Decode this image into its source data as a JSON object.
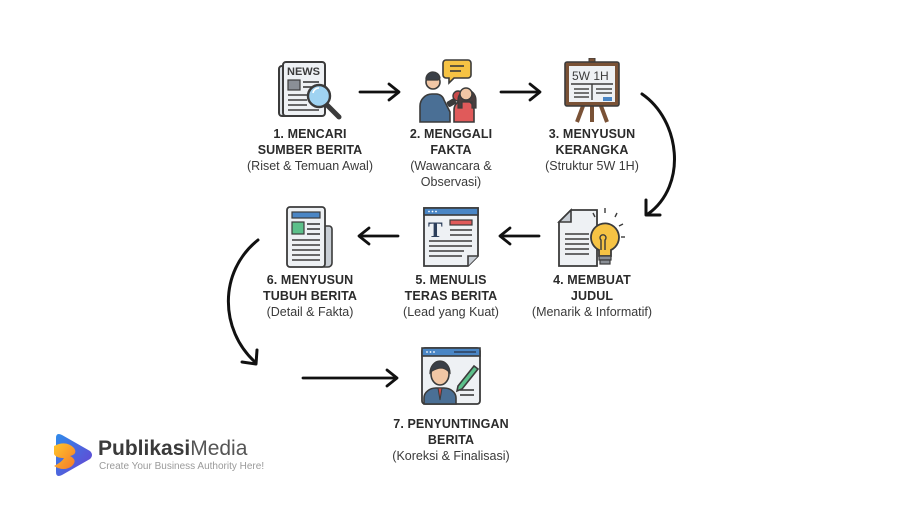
{
  "steps": [
    {
      "number": "1",
      "title_line1": "1. MENCARI",
      "title_line2": "SUMBER BERITA",
      "subtitle_line1": "(Riset & Temuan Awal)",
      "icon": "newspaper-magnifier-icon",
      "icon_text": "NEWS"
    },
    {
      "number": "2",
      "title_line1": "2. MENGGALI",
      "title_line2": "FAKTA",
      "subtitle_line1": "(Wawancara &",
      "subtitle_line2": "Observasi)",
      "icon": "interview-icon"
    },
    {
      "number": "3",
      "title_line1": "3. MENYUSUN",
      "title_line2": "KERANGKA",
      "subtitle_line1": "(Struktur 5W 1H)",
      "icon": "easel-board-icon",
      "icon_text": "5W 1H"
    },
    {
      "number": "4",
      "title_line1": "4. MEMBUAT",
      "title_line2": "JUDUL",
      "subtitle_line1": "(Menarik & Informatif)",
      "icon": "document-lightbulb-icon"
    },
    {
      "number": "5",
      "title_line1": "5. MENULIS",
      "title_line2": "TERAS BERITA",
      "subtitle_line1": "(Lead yang Kuat)",
      "icon": "text-document-icon"
    },
    {
      "number": "6",
      "title_line1": "6. MENYUSUN",
      "title_line2": "TUBUH BERITA",
      "subtitle_line1": "(Detail & Fakta)",
      "icon": "newspaper-icon"
    },
    {
      "number": "7",
      "title_line1": "7. PENYUNTINGAN",
      "title_line2": "BERITA",
      "subtitle_line1": "(Koreksi & Finalisasi)",
      "icon": "editor-person-pen-icon"
    }
  ],
  "logo": {
    "brand_bold": "Publikasi",
    "brand_light": "Media",
    "tagline": "Create Your Business Authority Here!"
  },
  "colors": {
    "arrow": "#111111",
    "blue": "#4a86c5",
    "red": "#e05a5a",
    "green": "#5cc08a",
    "yellow": "#f6c344",
    "brown": "#7a5236",
    "outline": "#3b3b3b",
    "paper": "#eef1f4"
  }
}
